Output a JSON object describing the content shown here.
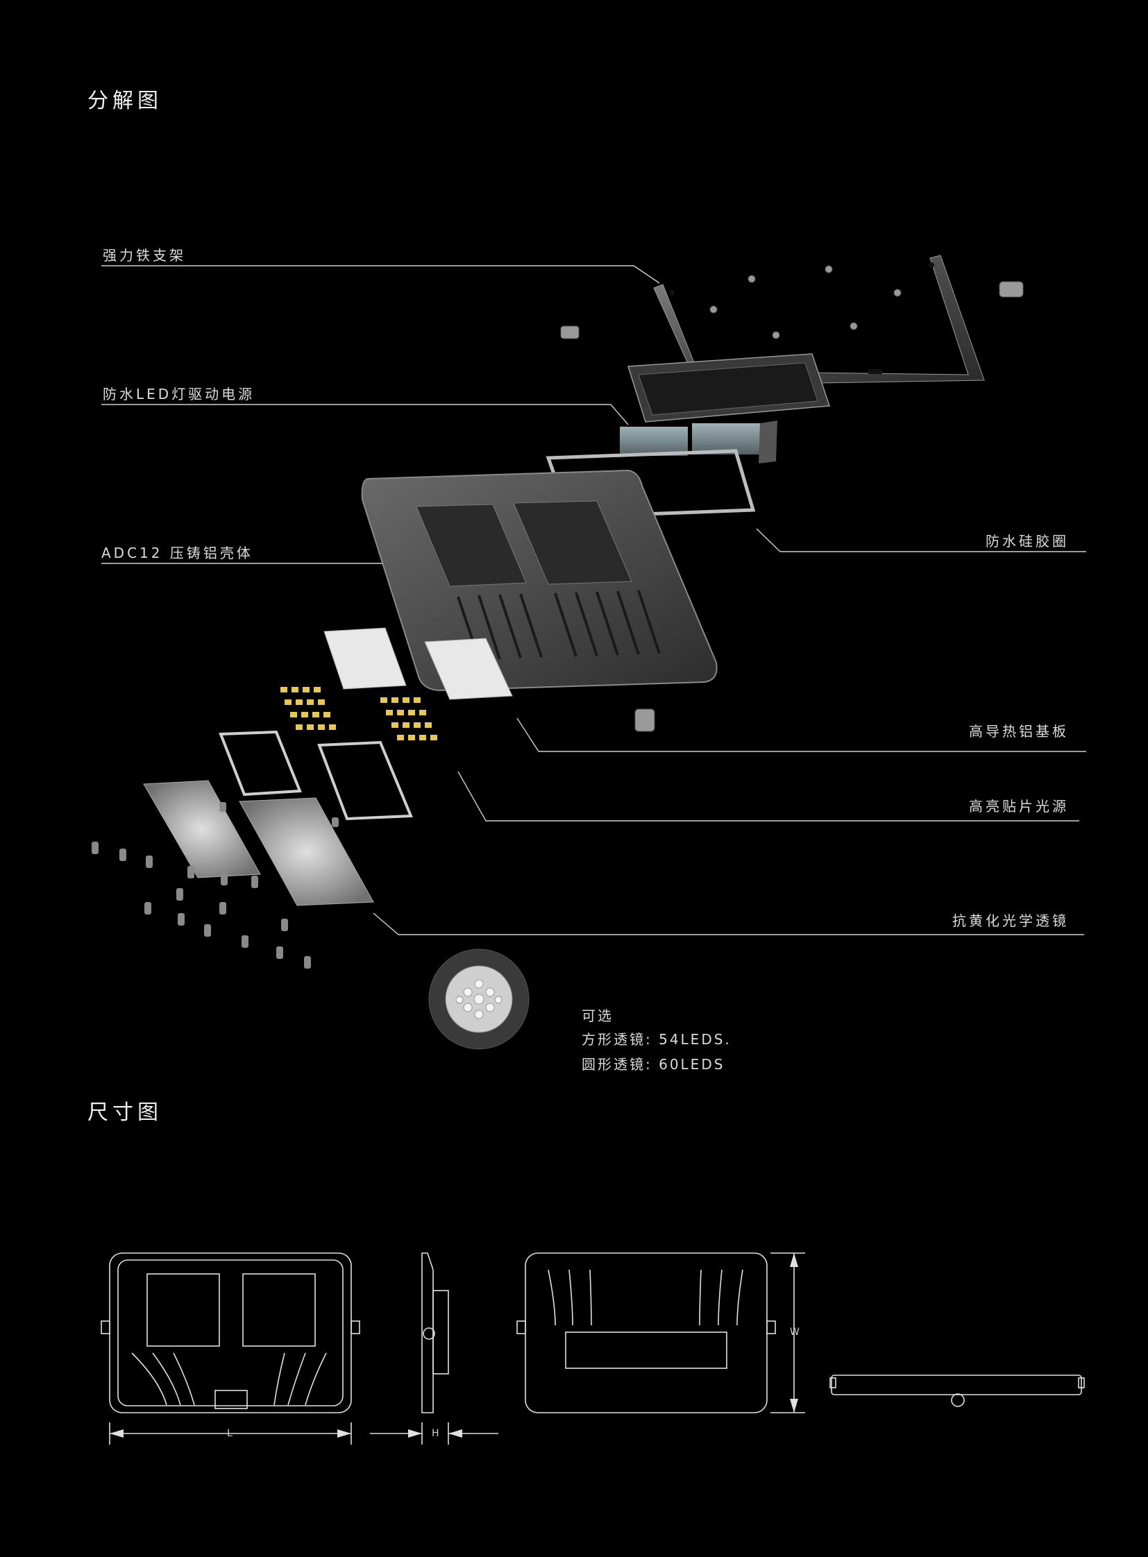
{
  "sections": {
    "exploded_title": "分解图",
    "dimension_title": "尺寸图"
  },
  "callouts": {
    "bracket": "强力铁支架",
    "driver": "防水LED灯驱动电源",
    "housing": "ADC12 压铸铝壳体",
    "gasket": "防水硅胶圈",
    "aluminum_board": "高导热铝基板",
    "smd_leds": "高亮贴片光源",
    "lens": "抗黄化光学透镜"
  },
  "optional": {
    "heading": "可选",
    "square_lens": "方形透镜: 54LEDS.",
    "round_lens": "圆形透镜: 60LEDS"
  },
  "dimensions": {
    "length": "L",
    "height": "H",
    "width": "W"
  },
  "colors": {
    "background": "#000000",
    "text": "#dcdcdc",
    "metal": "#5a5a5a",
    "led": "#e8c65a"
  }
}
